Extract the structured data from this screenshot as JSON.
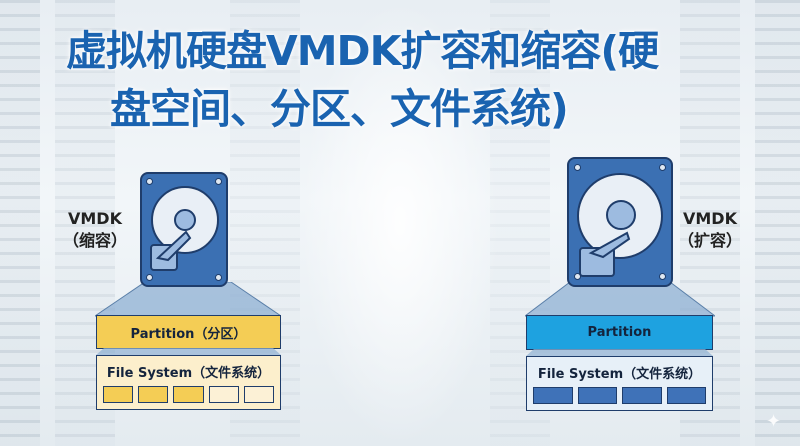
{
  "title": {
    "line1": "虚拟机硬盘VMDK扩容和缩容(硬",
    "line2": "盘空间、分区、文件系统)"
  },
  "left": {
    "vmdk_label": "VMDK",
    "vmdk_sub": "（缩容）",
    "partition_label": "Partition（分区）",
    "fs_label": "File System（文件系统）",
    "blocks": [
      "filled",
      "filled",
      "filled",
      "empty",
      "empty"
    ],
    "colors": {
      "partition": "#f4cd55",
      "fs_bg": "#fcefcc",
      "block_filled": "#f4cd55",
      "block_empty": "#fcf1d6"
    }
  },
  "right": {
    "vmdk_label": "VMDK",
    "vmdk_sub": "（扩容）",
    "partition_label": "Partition",
    "fs_label": "File System（文件系统）",
    "blocks": [
      "filled",
      "filled",
      "filled",
      "filled"
    ],
    "colors": {
      "partition": "#1ea2e0",
      "fs_bg": "#e7f0f8",
      "block_filled": "#3f72b8"
    }
  },
  "colors": {
    "title": "#1a63b0",
    "disk": "#3b70b3",
    "outline": "#1f3d6b"
  }
}
